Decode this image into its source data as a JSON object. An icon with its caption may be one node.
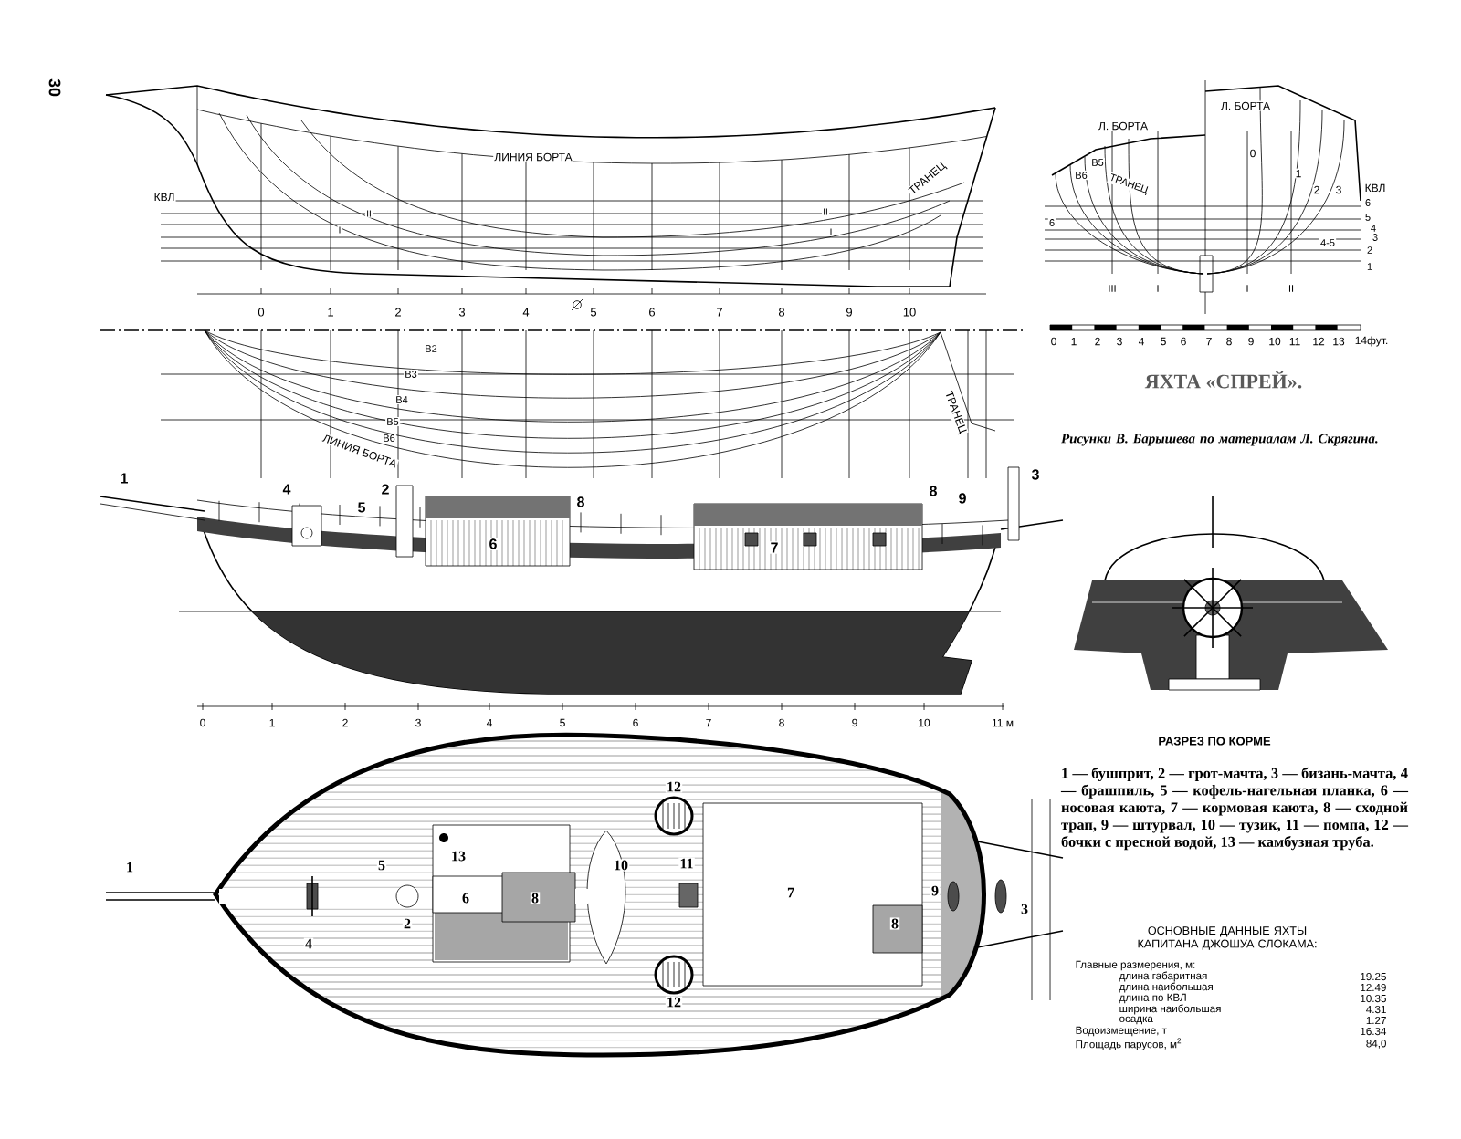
{
  "diagram": {
    "title": "ЯХТА «СПРЕЙ».",
    "caption": "Рисунки В. Барышева по материалам Л. Скрягина.",
    "labels": [
      "30",
      "ЛИНИЯ БОРТА",
      "КВЛ",
      "ТРАНЕЦ",
      "II",
      "I",
      "II",
      "I",
      "0",
      "1",
      "2",
      "3",
      "4",
      "5",
      "6",
      "7",
      "8",
      "9",
      "10",
      "В2",
      "В3",
      "В4",
      "В5",
      "В6",
      "ЛИНИЯ БОРТА",
      "ТРАНЕЦ",
      "Л. БОРТА",
      "Л. БОРТА",
      "В6",
      "В5",
      "ТРАНЕЦ",
      "6",
      "0",
      "1",
      "2",
      "3",
      "КВЛ",
      "6",
      "5",
      "4",
      "3",
      "2",
      "1",
      "4-5",
      "III",
      "I",
      "I",
      "II",
      "0",
      "1",
      "2",
      "3",
      "4",
      "5",
      "6",
      "7",
      "8",
      "9",
      "10",
      "11",
      "12",
      "13",
      "14фут.",
      "1",
      "4",
      "5",
      "2",
      "6",
      "8",
      "7",
      "8",
      "9",
      "3",
      "0",
      "1",
      "2",
      "3",
      "4",
      "5",
      "6",
      "7",
      "8",
      "9",
      "10",
      "11 м",
      "РАЗРЕЗ ПО КОРМЕ",
      "1 — бушприт, 2 — грот-мачта, 3 — бизань-мачта, 4 — брашпиль, 5 — кофель-нагельная планка, 6 — носовая каюта, 7 — кормовая каюта, 8 — сходной трап, 9 — штурвал, 10 — тузик, 11 — помпа, 12 — бочки с пресной водой, 13 — камбузная труба.",
      "12",
      "1",
      "5",
      "13",
      "10",
      "11",
      "6",
      "8",
      "7",
      "9",
      "2",
      "8",
      "3",
      "4",
      "12",
      "ОСНОВНЫЕ ДАННЫЕ ЯХТЫ КАПИТАНА ДЖОШУА СЛОКАМА:",
      "Главные размерения, м:",
      "длина габаритная",
      "19.25",
      "длина наибольшая",
      "12.49",
      "длина по КВЛ",
      "10.35",
      "ширина наибольшая",
      "4.31",
      "осадка",
      "1.27",
      "Водоизмещение, т",
      "16.34",
      "Площадь парусов, м$^{2}$",
      "84,0"
    ]
  }
}
